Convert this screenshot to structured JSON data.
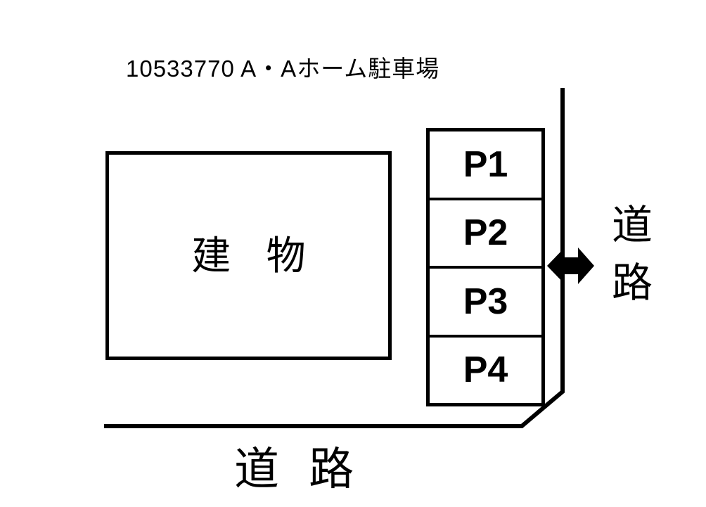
{
  "title": "10533770 A・Aホーム駐車場",
  "building": {
    "label": "建 物"
  },
  "parking": {
    "spaces": [
      {
        "label": "P1"
      },
      {
        "label": "P2"
      },
      {
        "label": "P3"
      },
      {
        "label": "P4"
      }
    ]
  },
  "road_right": {
    "line1": "道",
    "line2": "路"
  },
  "road_bottom": {
    "label": "道 路"
  },
  "colors": {
    "line": "#000000",
    "text": "#000000",
    "background": "#ffffff"
  }
}
